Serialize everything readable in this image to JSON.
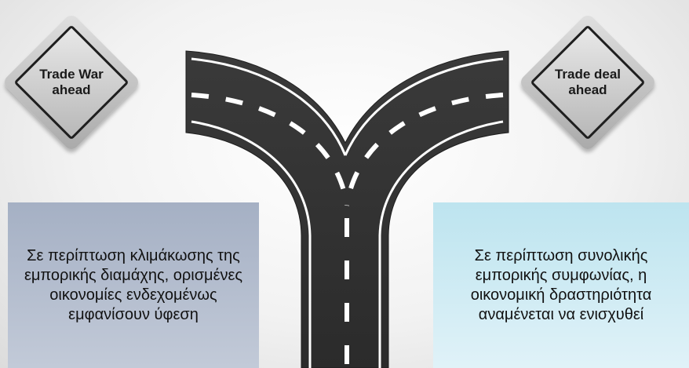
{
  "signs": {
    "left": "Trade War\nahead",
    "right": "Trade deal\nahead"
  },
  "boxes": {
    "left": "Σε περίπτωση κλιμάκωσης της εμπορικής διαμάχης, ορισμένες οικονομίες ενδεχομένως εμφανίσουν ύφεση",
    "right": "Σε περίπτωση συνολικής εμπορικής συμφωνίας, η οικονομική δραστηριότητα αναμένεται να ενισχυθεί"
  },
  "colors": {
    "road": "#333333",
    "road_edge_line": "#ffffff",
    "left_box": "#b3bccd",
    "right_box": "#cfeaf3"
  }
}
